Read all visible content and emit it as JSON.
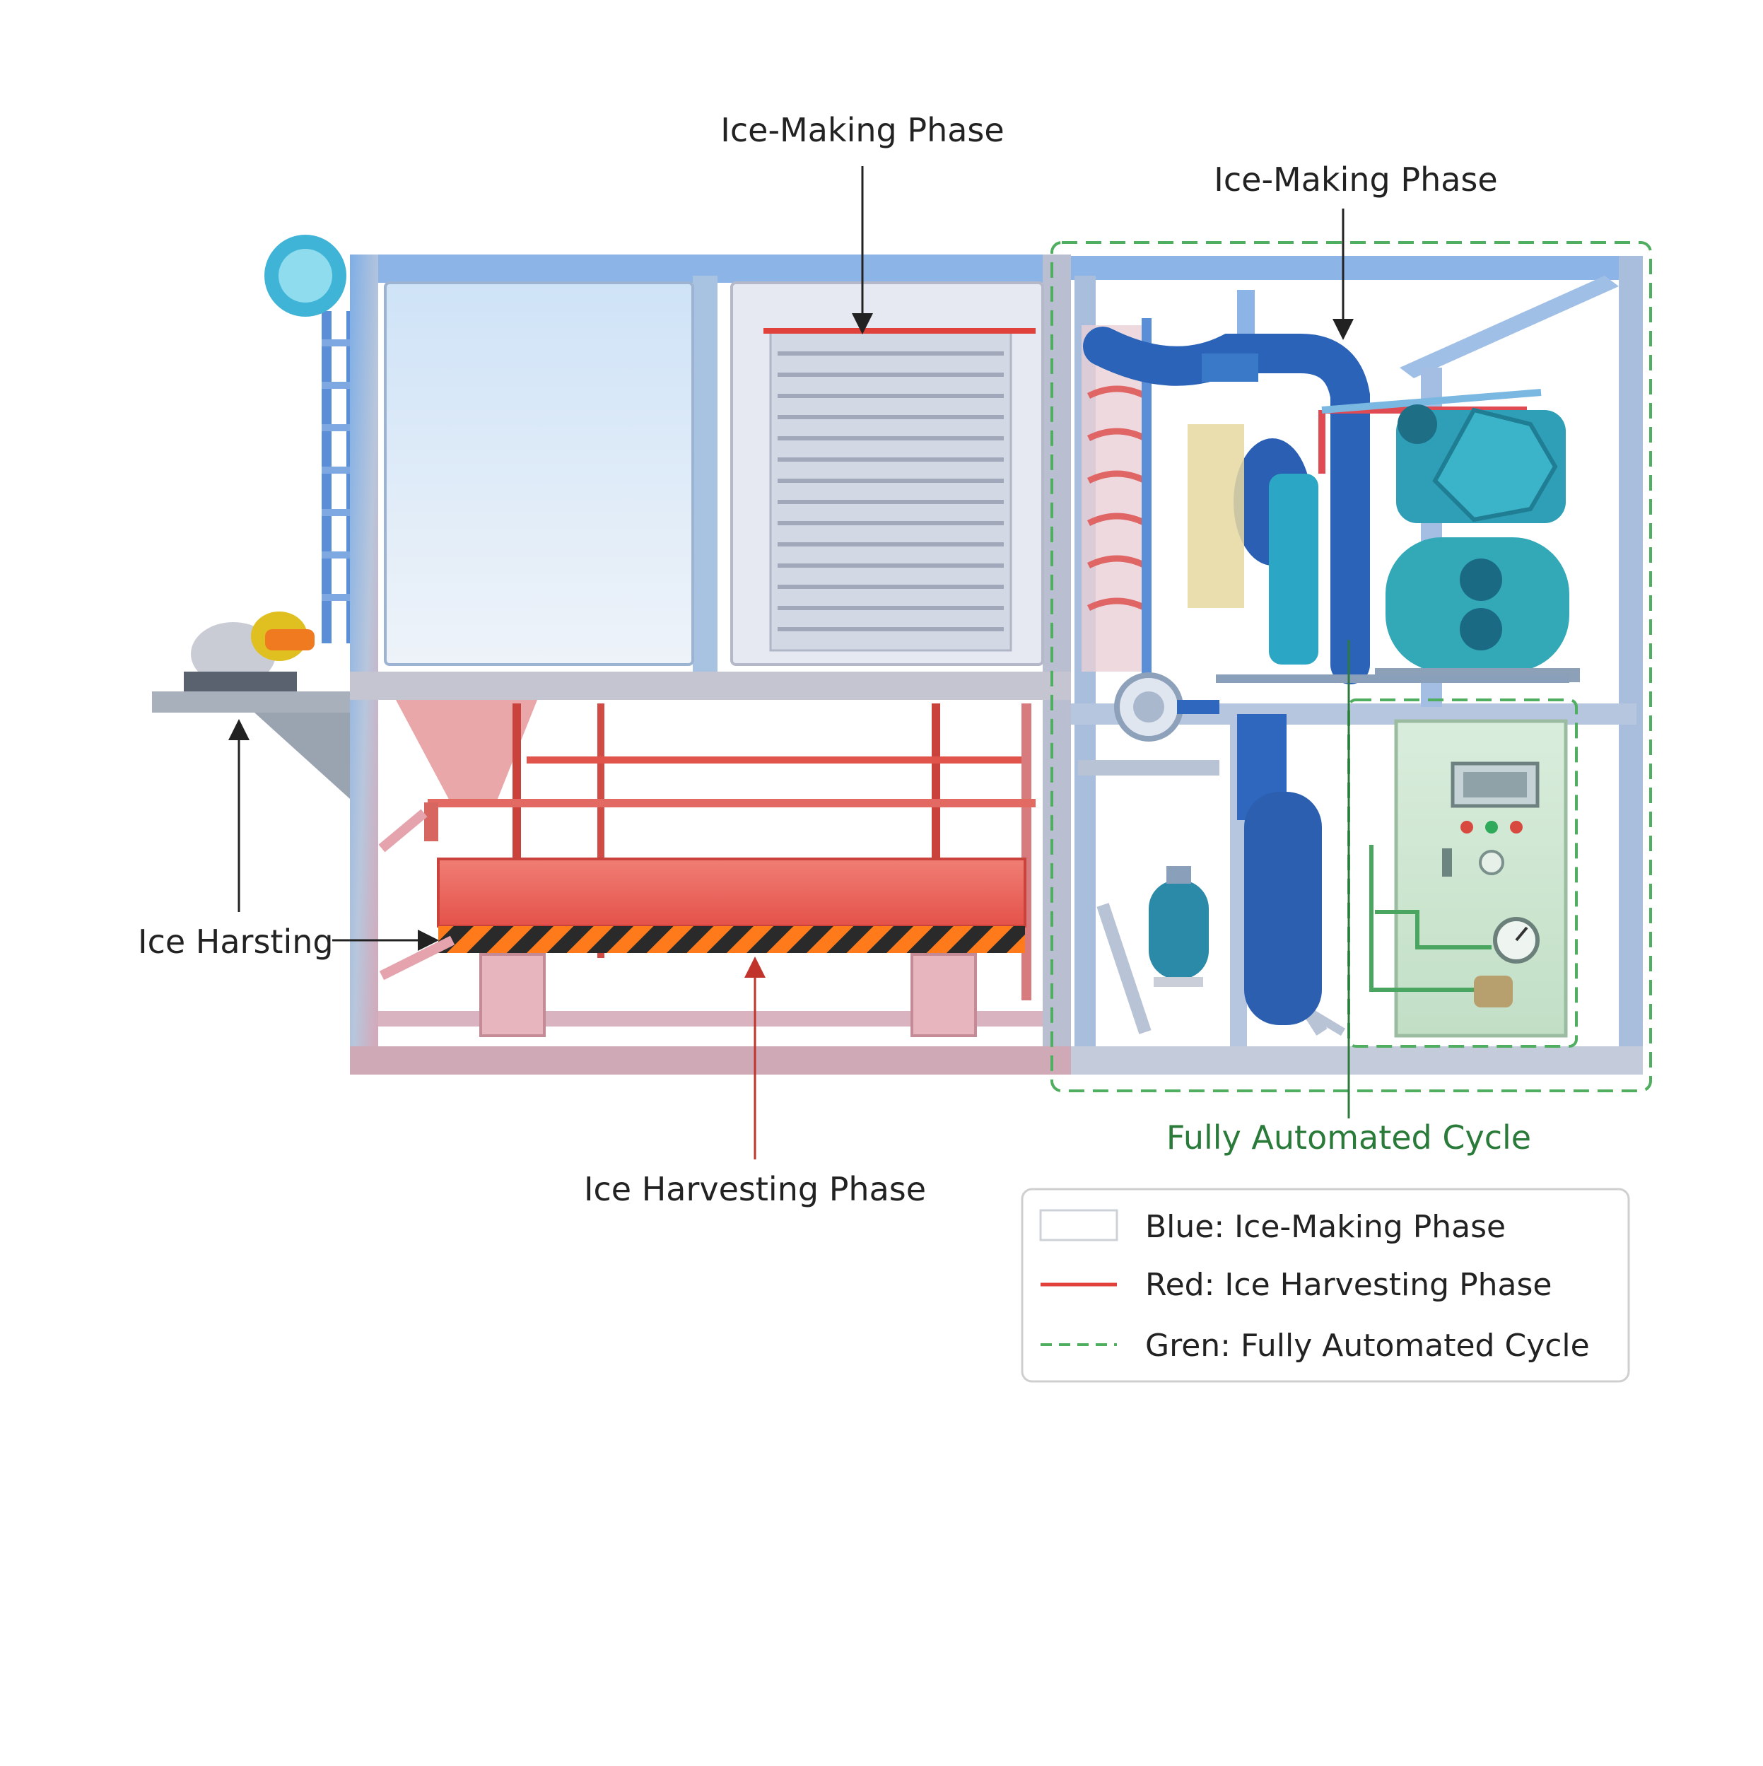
{
  "callouts": {
    "ice_making_top": "Ice-Making Phase",
    "ice_making_right": "Ice-Making Phase",
    "ice_harvesting_left": "Ice Harsting",
    "ice_harvesting_bottom": "Ice Harvesting Phase",
    "fully_automated": "Fully Automated Cycle"
  },
  "legend": {
    "items": [
      {
        "label": "Blue: Ice-Making Phase",
        "swatch": "box"
      },
      {
        "label": "Red: Ice Harvesting Phase",
        "swatch": "solid-line"
      },
      {
        "label": "Gren: Fully Automated Cycle",
        "swatch": "dashed-line"
      }
    ]
  },
  "colors": {
    "ice_making": "#5a94d8",
    "ice_harvesting": "#e0413a",
    "automated": "#2e9a4a",
    "callout_text": "#222222",
    "automated_text": "#2a7a3a"
  }
}
